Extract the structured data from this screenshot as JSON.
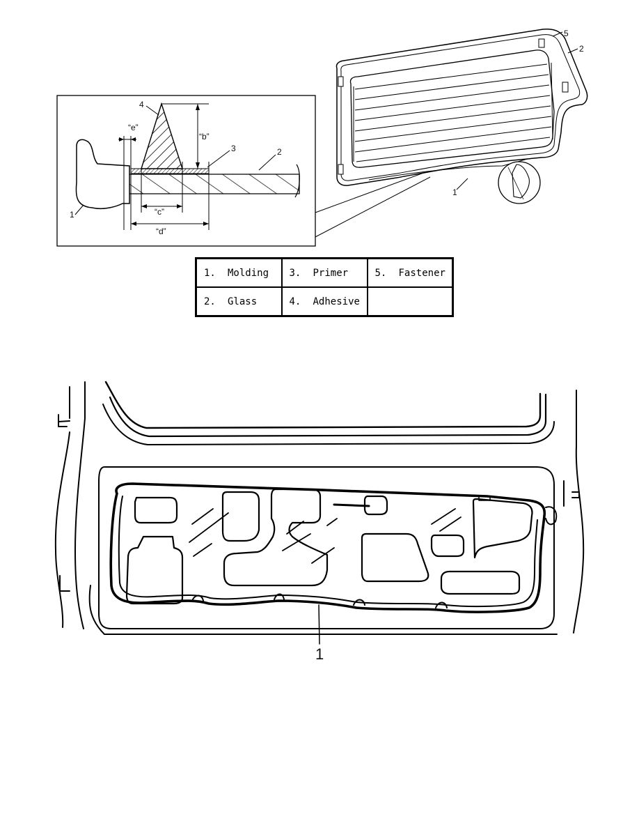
{
  "diagram": {
    "detail_labels": {
      "adhesive_no": "4",
      "primer_no": "3",
      "glass_no": "2",
      "molding_no": "1",
      "dim_b": "“b”",
      "dim_c": "“c”",
      "dim_d": "“d”",
      "dim_e": "“e”"
    },
    "window_labels": {
      "fastener_no": "5",
      "glass_no": "2",
      "molding_no": "1"
    },
    "door_label": "1"
  },
  "legend": [
    [
      {
        "num": "1.",
        "text": "Molding"
      },
      {
        "num": "3.",
        "text": "Primer"
      },
      {
        "num": "5.",
        "text": "Fastener"
      }
    ],
    [
      {
        "num": "2.",
        "text": "Glass"
      },
      {
        "num": "4.",
        "text": "Adhesive"
      },
      {
        "num": "",
        "text": ""
      }
    ]
  ]
}
